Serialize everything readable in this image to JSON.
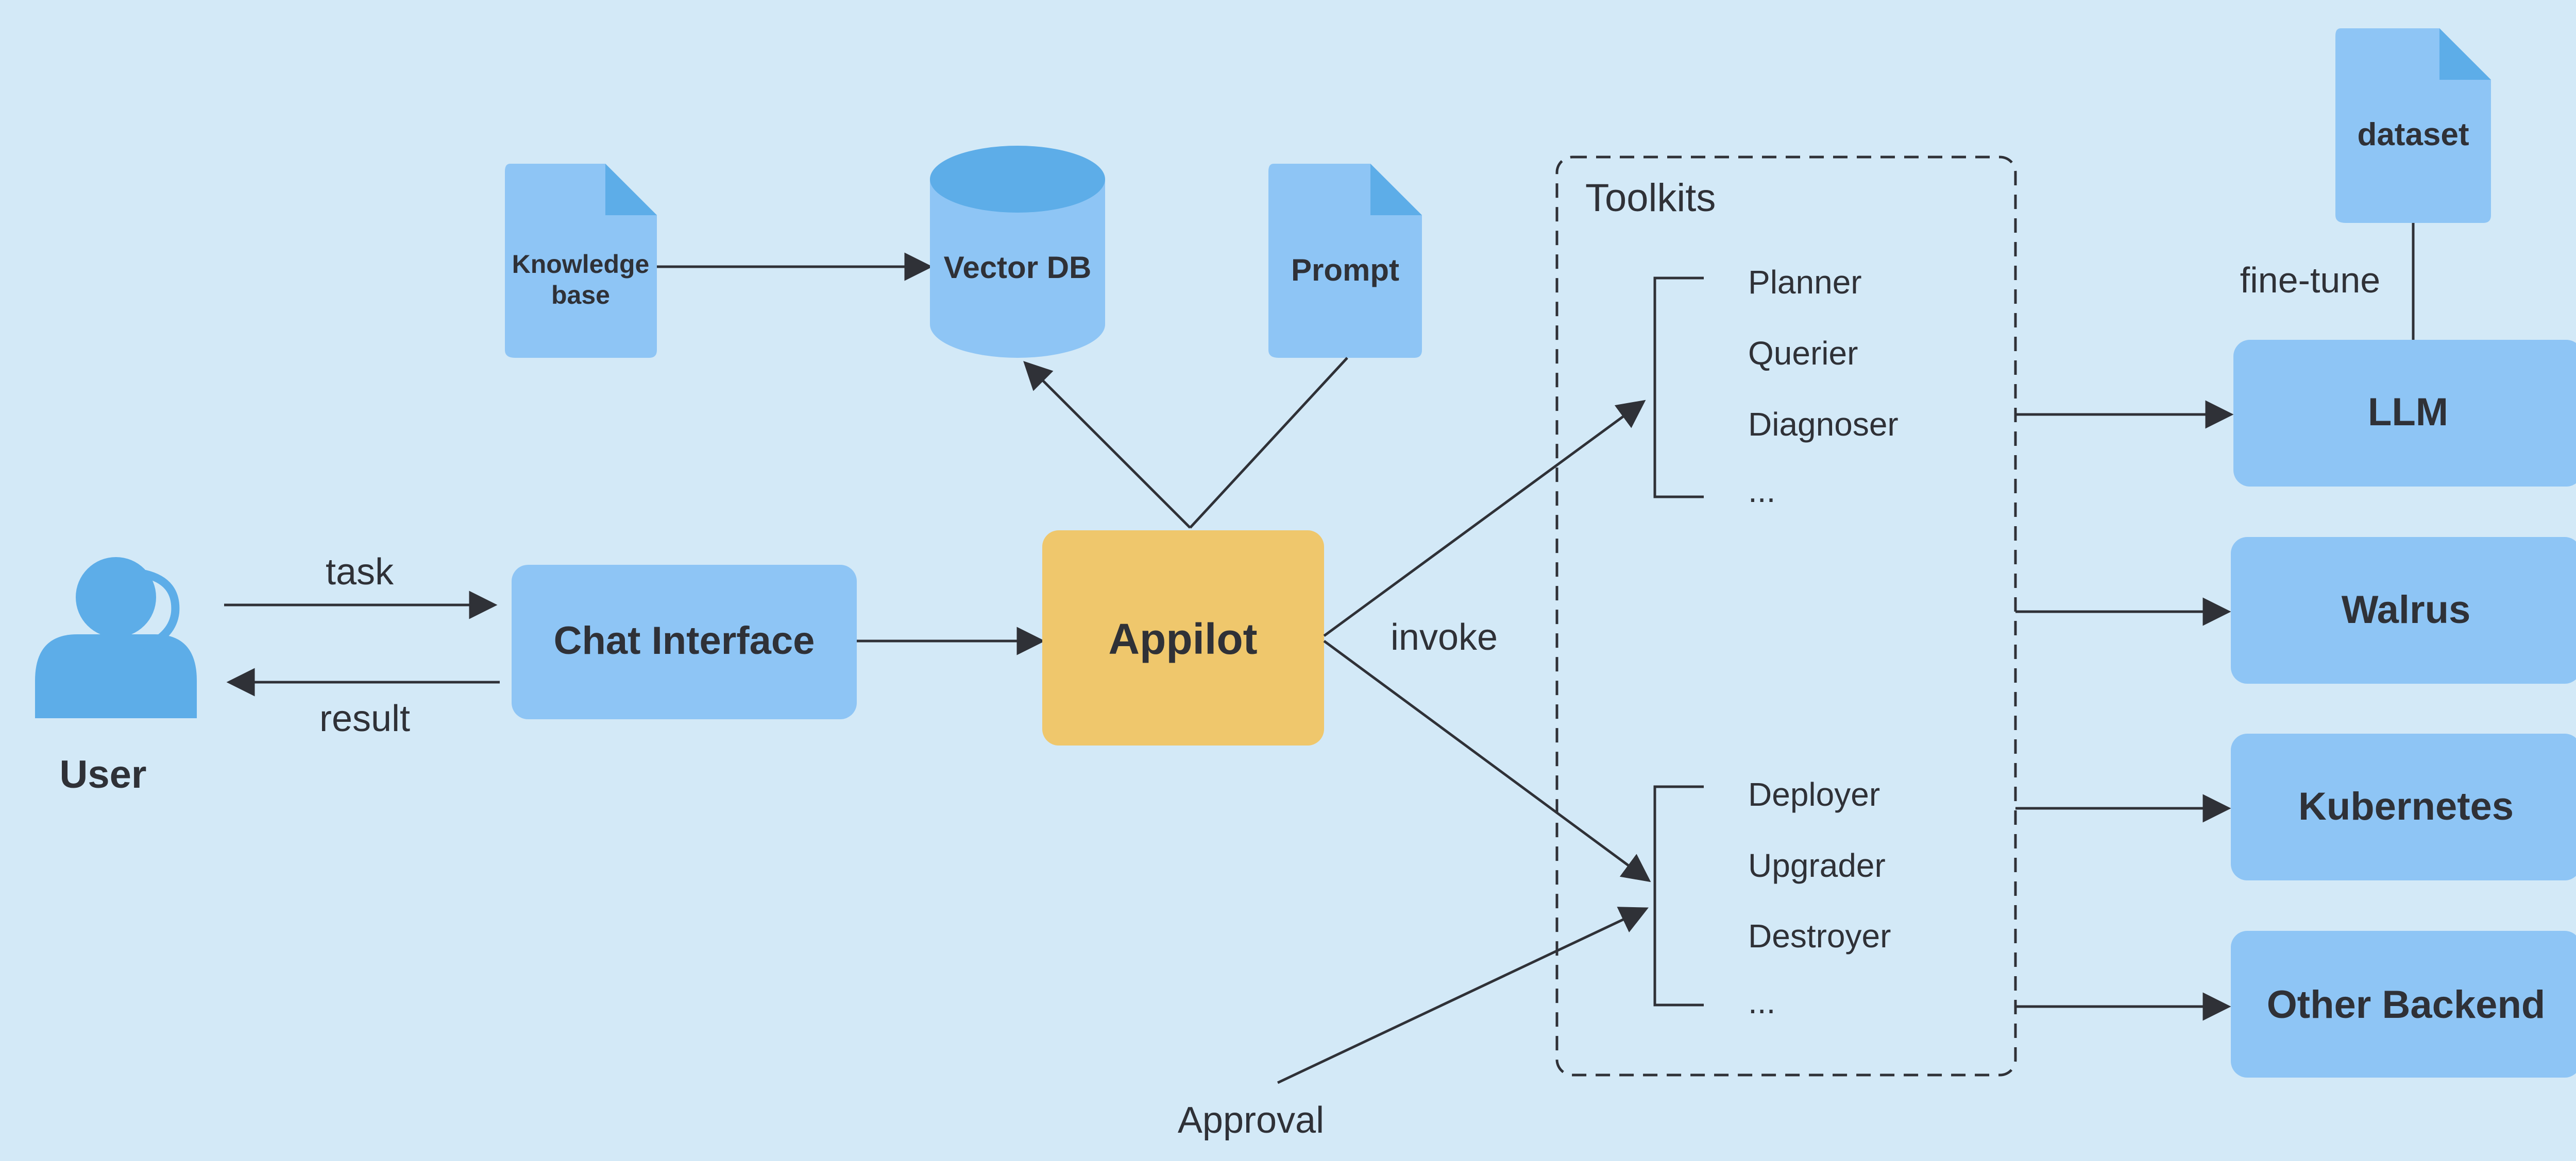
{
  "user": {
    "label": "User"
  },
  "chat_interface": {
    "label": "Chat Interface"
  },
  "appilot": {
    "label": "Appilot"
  },
  "edges": {
    "task": "task",
    "result": "result",
    "invoke": "invoke",
    "approval": "Approval",
    "fine_tune": "fine-tune"
  },
  "knowledge_base": {
    "line1": "Knowledge",
    "line2": "base"
  },
  "vector_db": {
    "label": "Vector DB"
  },
  "prompt": {
    "label": "Prompt"
  },
  "dataset": {
    "label": "dataset"
  },
  "toolkits": {
    "title": "Toolkits",
    "group1": [
      "Planner",
      "Querier",
      "Diagnoser",
      "..."
    ],
    "group2": [
      "Deployer",
      "Upgrader",
      "Destroyer",
      "..."
    ]
  },
  "backends": [
    "LLM",
    "Walrus",
    "Kubernetes",
    "Other Backend"
  ],
  "colors": {
    "background": "#d3e9f7",
    "box": "#8ec5f5",
    "accent": "#5dade8",
    "appilot": "#efc76c",
    "text": "#2f3137"
  }
}
